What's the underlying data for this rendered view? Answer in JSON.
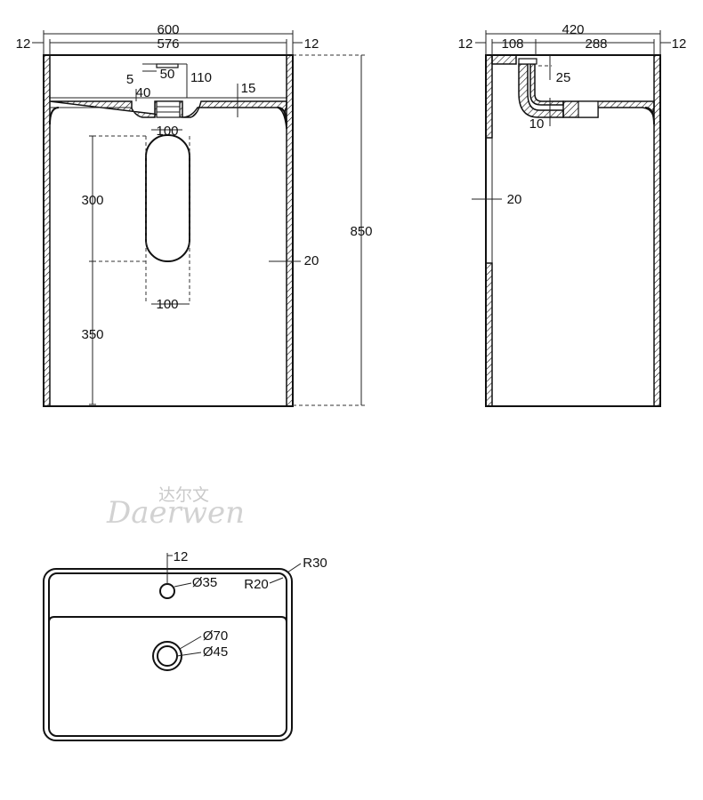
{
  "front_view": {
    "width_total": "600",
    "width_inner": "576",
    "wall_left": "12",
    "wall_right": "12",
    "faucet_hole_offset": "5",
    "faucet_hole_width": "50",
    "basin_depth": "110",
    "drain_step": "40",
    "bottom_thickness": "15",
    "drain_width": "100",
    "opening_height": "300",
    "opening_width": "100",
    "base_to_opening": "350",
    "side_thickness": "20",
    "total_height": "850"
  },
  "side_view": {
    "depth_total": "420",
    "wall_back": "12",
    "deck_depth": "108",
    "basin_length": "288",
    "wall_front": "12",
    "drain_offset": "25",
    "drain_wall": "10",
    "side_thickness": "20"
  },
  "top_view": {
    "faucet_offset": "12",
    "faucet_hole_dia": "Ø35",
    "outer_radius": "R30",
    "inner_radius": "R20",
    "drain_outer_dia": "Ø70",
    "drain_inner_dia": "Ø45"
  },
  "watermark": {
    "chinese": "达尔文",
    "latin": "Daerwen"
  }
}
